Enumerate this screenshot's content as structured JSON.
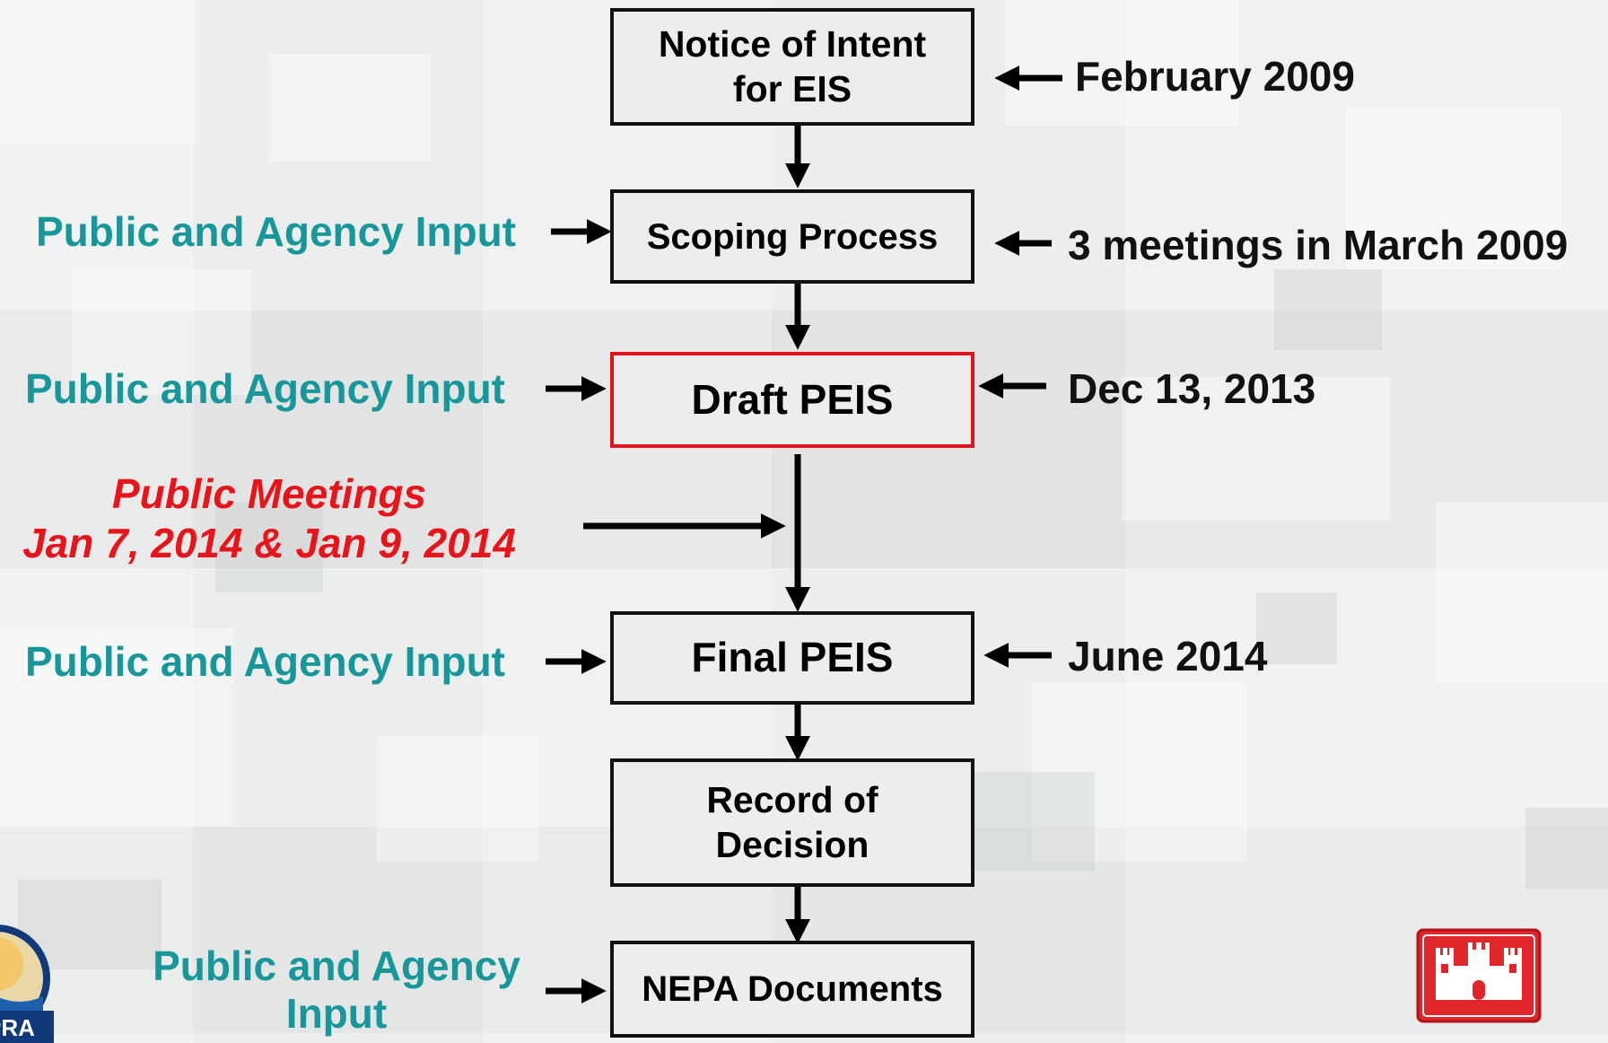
{
  "boxes": {
    "notice": "Notice of Intent for EIS",
    "scoping": "Scoping Process",
    "draft": "Draft PEIS",
    "final": "Final PEIS",
    "record": "Record of Decision",
    "nepa": "NEPA Documents"
  },
  "dates": {
    "notice": "February 2009",
    "scoping": "3 meetings in March 2009",
    "draft": "Dec 13, 2013",
    "final": "June 2014"
  },
  "inputs": {
    "scoping": "Public and Agency Input",
    "draft": "Public and Agency Input",
    "final": "Public and Agency Input",
    "nepa": "Public and Agency Input"
  },
  "meetings": {
    "line1": "Public Meetings",
    "line2": "Jan 7, 2014 & Jan 9, 2014"
  },
  "logos": {
    "left_text": "PRA"
  },
  "colors": {
    "input_text": "#17979a",
    "highlight": "#e0141a",
    "meeting_text": "#e8141b",
    "castle_logo": "#e0252b"
  }
}
